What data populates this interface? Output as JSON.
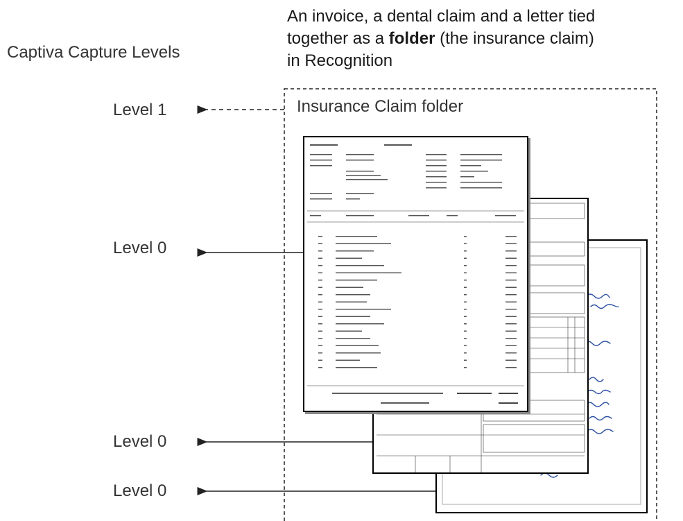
{
  "left_title": "Captiva Capture Levels",
  "right_title": {
    "line1": "An invoice, a dental claim and a letter tied",
    "line2_before": "together as a ",
    "line2_bold": "folder",
    "line2_after": " (the insurance claim)",
    "line3": "in Recognition"
  },
  "folder_label": "Insurance Claim folder",
  "levels": [
    {
      "label": "Level 1"
    },
    {
      "label": "Level 0"
    },
    {
      "label": "Level 0"
    },
    {
      "label": "Level 0"
    }
  ],
  "colors": {
    "frame": "#222222",
    "handwriting": "#2c4fa3"
  }
}
